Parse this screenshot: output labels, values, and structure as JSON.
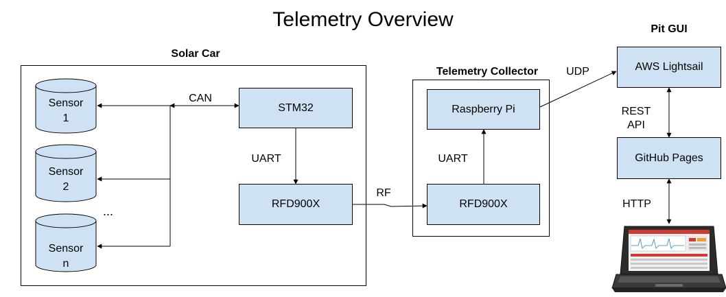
{
  "title": "Telemetry Overview",
  "groups": {
    "solar_car": "Solar Car",
    "telemetry_collector": "Telemetry Collector",
    "pit_gui": "Pit GUI"
  },
  "nodes": {
    "stm32": "STM32",
    "rfd_car": "RFD900X",
    "rfd_collector": "RFD900X",
    "raspberry_pi": "Raspberry Pi",
    "aws": "AWS Lightsail",
    "github": "GitHub Pages"
  },
  "sensors": [
    {
      "line1": "Sensor",
      "line2": "1"
    },
    {
      "line1": "Sensor",
      "line2": "2"
    },
    {
      "line1": "Sensor",
      "line2": "n"
    }
  ],
  "ellipsis": "...",
  "edges": {
    "can": "CAN",
    "uart_car": "UART",
    "rf": "RF",
    "uart_collector": "UART",
    "udp": "UDP",
    "rest_line1": "REST",
    "rest_line2": "API",
    "http": "HTTP"
  },
  "colors": {
    "node_fill": "#cfe2f3",
    "stroke": "#000000"
  },
  "icons": {
    "sensor": "database-cylinder-icon",
    "laptop": "laptop-icon"
  }
}
